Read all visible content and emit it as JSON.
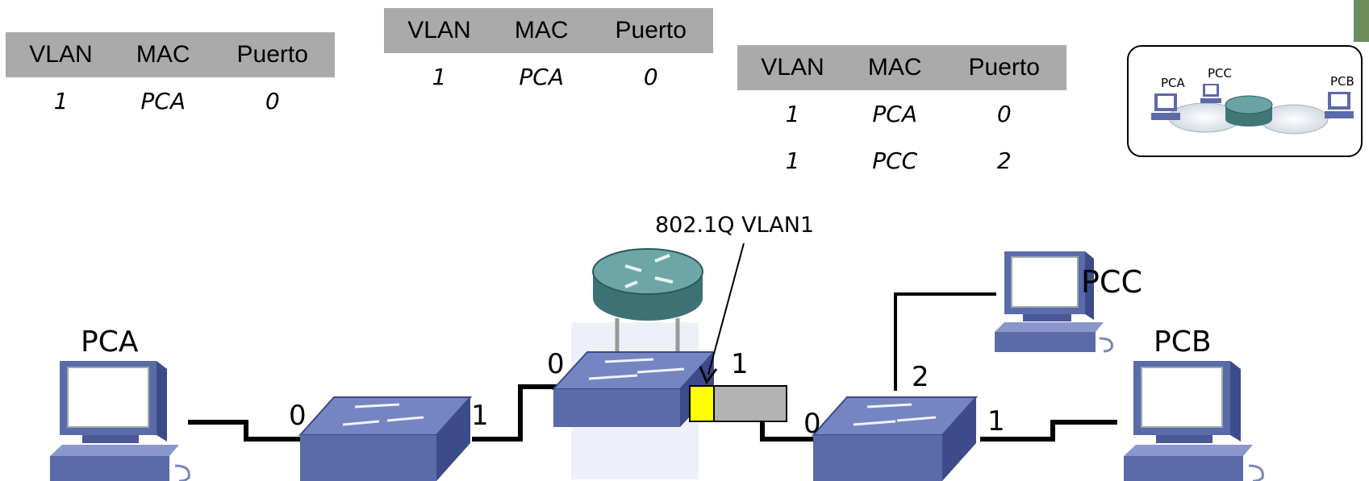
{
  "tables": [
    {
      "headers": [
        "VLAN",
        "MAC",
        "Puerto"
      ],
      "rows": [
        [
          "1",
          "PCA",
          "0"
        ]
      ]
    },
    {
      "headers": [
        "VLAN",
        "MAC",
        "Puerto"
      ],
      "rows": [
        [
          "1",
          "PCA",
          "0"
        ]
      ]
    },
    {
      "headers": [
        "VLAN",
        "MAC",
        "Puerto"
      ],
      "rows": [
        [
          "1",
          "PCA",
          "0"
        ],
        [
          "1",
          "PCC",
          "2"
        ]
      ]
    }
  ],
  "thumbnail": {
    "labels": [
      "PCA",
      "PCC",
      "PCB"
    ]
  },
  "frame_tag": "802.1Q VLAN1",
  "hosts": {
    "pca": "PCA",
    "pcb": "PCB",
    "pcc": "PCC"
  },
  "ports": {
    "sw1_left": "0",
    "sw1_right": "1",
    "sw2_left": "0",
    "sw2_right": "1",
    "sw3_left": "0",
    "sw3_top": "2",
    "sw3_right": "1"
  },
  "colors": {
    "table_header": "#aaaaaa",
    "device_blue": "#5b6aa8",
    "router_teal": "#4f8c8e",
    "tag_yellow": "#ffff00",
    "frame_gray": "#b3b3b3"
  }
}
